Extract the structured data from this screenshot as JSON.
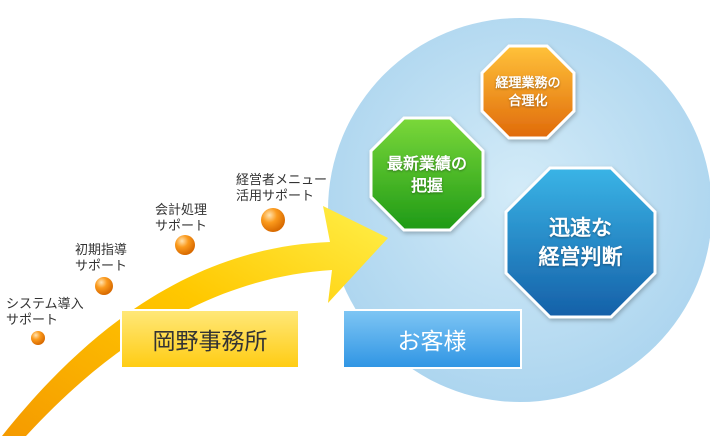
{
  "steps": [
    {
      "label": "システム導入\nサポート"
    },
    {
      "label": "初期指導\nサポート"
    },
    {
      "label": "会計処理\nサポート"
    },
    {
      "label": "経営者メニュー\n活用サポート"
    }
  ],
  "boxes": {
    "office": "岡野事務所",
    "customer": "お客様"
  },
  "octagons": {
    "streamline": "経理業務の\n合理化",
    "latest_results": "最新業績の\n把握",
    "quick_decision": "迅速な\n経営判断"
  },
  "colors": {
    "circle": "#bfe0f3",
    "arrow_start": "#f7a400",
    "arrow_end": "#ffe93a",
    "office_box": "#ffd21c",
    "customer_box": "#3f9fe6",
    "octagon_orange": "#e97b12",
    "octagon_green": "#2fae1c",
    "octagon_blue": "#1a74b8"
  }
}
